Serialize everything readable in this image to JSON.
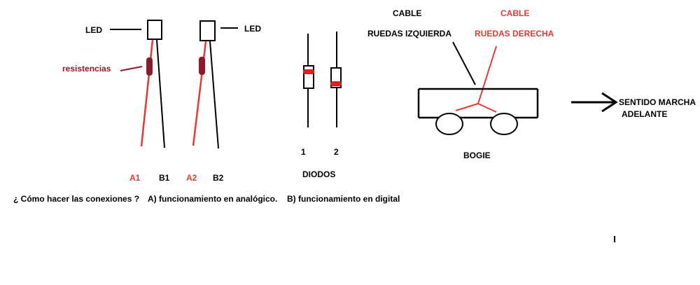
{
  "leds": {
    "left_label": "LED",
    "right_label": "LED"
  },
  "resistor": {
    "label": "resistencias"
  },
  "terminals": {
    "a1": "A1",
    "b1": "B1",
    "a2": "A2",
    "b2": "B2"
  },
  "diodes": {
    "label_1": "1",
    "label_2": "2",
    "title": "DIODOS"
  },
  "bogie": {
    "cable_black": "CABLE",
    "cable_red": "CABLE",
    "wheels_left": "RUEDAS IZQUIERDA",
    "wheels_right": "RUEDAS DERECHA",
    "title": "BOGIE"
  },
  "direction": {
    "line1": "SENTIDO MARCHA",
    "line2": "ADELANTE"
  },
  "question": {
    "main": "¿ Cómo hacer las conexiones ?",
    "option_a": "A)  funcionamiento en analógico.",
    "option_b": "B) funcionamiento en digital"
  },
  "colors": {
    "black": "#000000",
    "red": "#e53935",
    "dark_red": "#8b1a2b",
    "diode_band": "#e02020"
  }
}
